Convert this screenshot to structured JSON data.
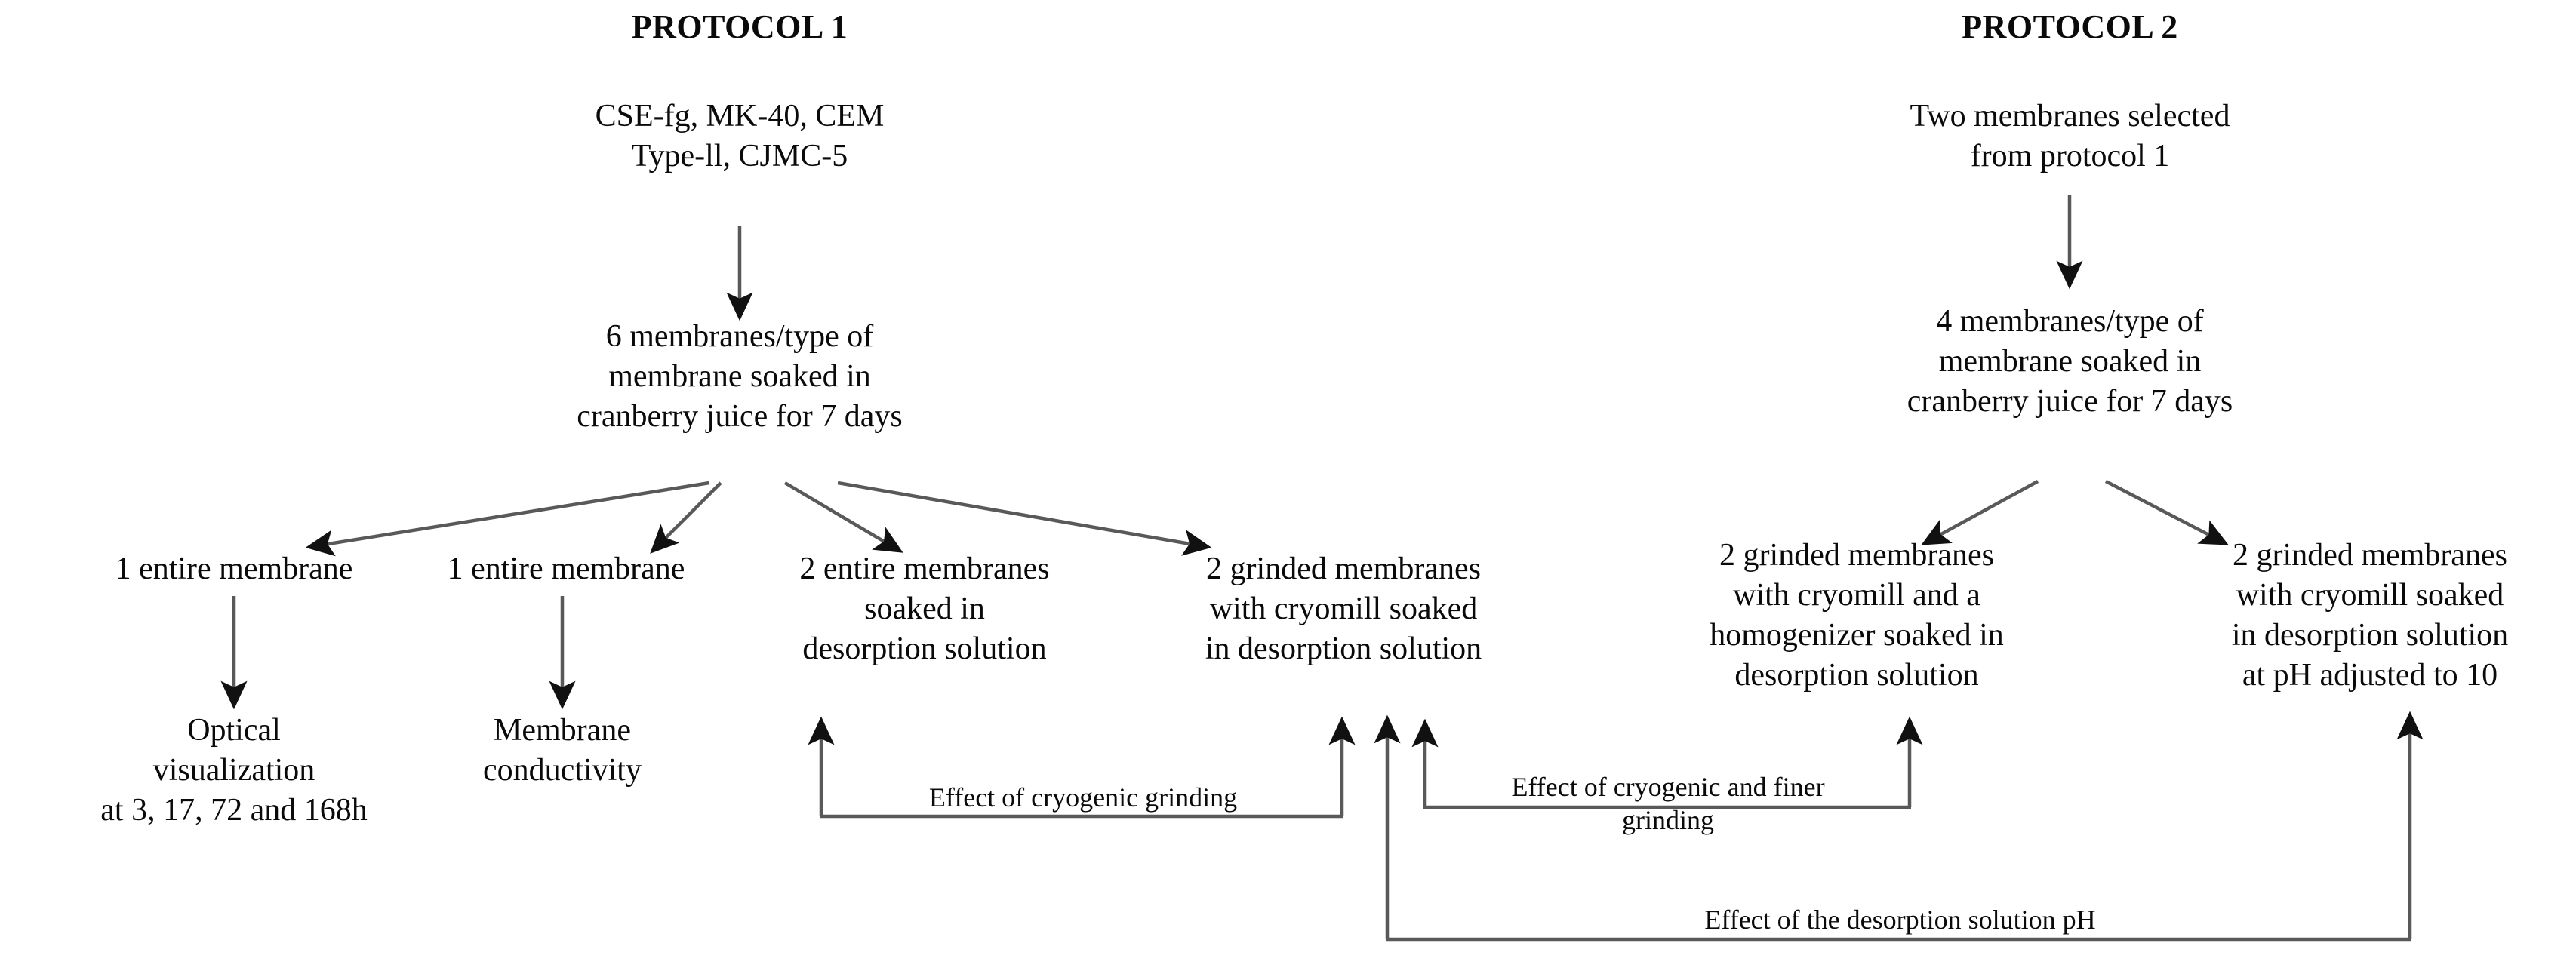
{
  "diagram": {
    "type": "flowchart",
    "background": "#ffffff",
    "line_color": "#595959",
    "text_color": "#0a0a0a",
    "protocols": [
      {
        "title": "PROTOCOL 1",
        "start": "CSE-fg, MK-40, CEM\nType-ll, CJMC-5",
        "soak": "6 membranes/type of\nmembrane soaked in\ncranberry juice for 7 days",
        "branches": [
          {
            "label": "1 entire membrane",
            "result": "Optical\nvisualization\nat 3, 17, 72 and 168h"
          },
          {
            "label": "1 entire membrane",
            "result": "Membrane\nconductivity"
          },
          {
            "label": "2 entire membranes\nsoaked in\ndesorption solution",
            "result": ""
          },
          {
            "label": "2 grinded membranes\nwith cryomill soaked\nin desorption solution",
            "result": ""
          }
        ]
      },
      {
        "title": "PROTOCOL 2",
        "start": "Two membranes selected\nfrom protocol 1",
        "soak": "4 membranes/type of\nmembrane soaked in\ncranberry juice for 7 days",
        "branches": [
          {
            "label": "2 grinded membranes\nwith cryomill and a\nhomogenizer soaked in\ndesorption solution",
            "result": ""
          },
          {
            "label": "2 grinded membranes\nwith cryomill soaked\nin desorption solution\nat pH adjusted to 10",
            "result": ""
          }
        ]
      }
    ],
    "comparisons": [
      {
        "id": "cryogenic-grinding",
        "label": "Effect of cryogenic grinding"
      },
      {
        "id": "cryogenic-finer-grinding",
        "label": "Effect of cryogenic and finer\ngrinding"
      },
      {
        "id": "desorption-solution-ph",
        "label": "Effect of the desorption solution pH"
      }
    ]
  }
}
